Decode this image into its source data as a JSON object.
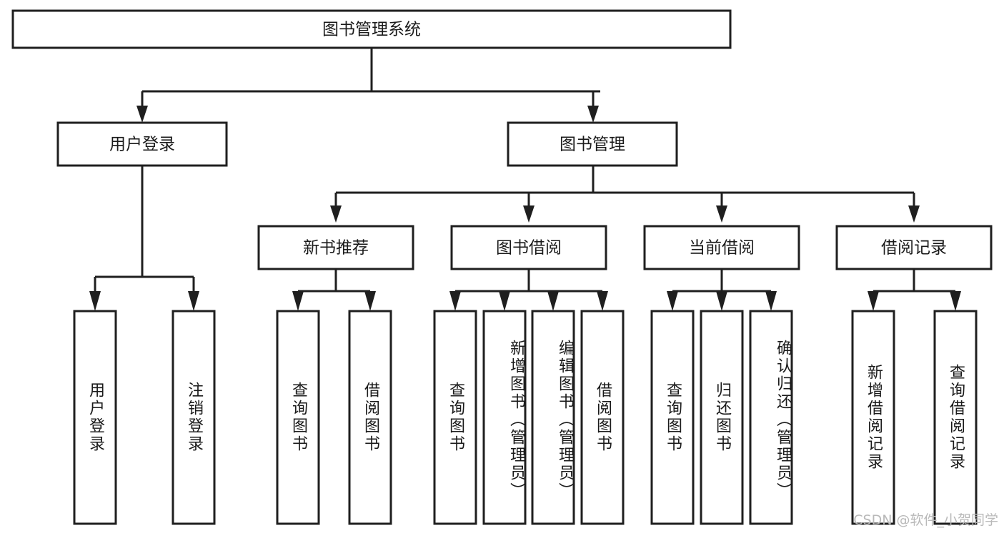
{
  "diagram": {
    "title": "图书管理系统",
    "root": {
      "label": "图书管理系统"
    },
    "level2": [
      {
        "label": "用户登录"
      },
      {
        "label": "图书管理"
      }
    ],
    "level3": [
      {
        "label": "新书推荐"
      },
      {
        "label": "图书借阅"
      },
      {
        "label": "当前借阅"
      },
      {
        "label": "借阅记录"
      }
    ],
    "leaves": {
      "user_login": [
        {
          "label": "用户登录"
        },
        {
          "label": "注销登录"
        }
      ],
      "new_book_recommend": [
        {
          "label": "查询图书"
        },
        {
          "label": "借阅图书"
        }
      ],
      "book_borrow": [
        {
          "label": "查询图书"
        },
        {
          "label": "新增图书（管理员）"
        },
        {
          "label": "编辑图书（管理员）"
        },
        {
          "label": "借阅图书"
        }
      ],
      "current_borrow": [
        {
          "label": "查询图书"
        },
        {
          "label": "归还图书"
        },
        {
          "label": "确认归还（管理员）"
        }
      ],
      "borrow_record": [
        {
          "label": "新增借阅记录"
        },
        {
          "label": "查询借阅记录"
        }
      ]
    }
  },
  "watermark": {
    "text": "CSDN @软件_小贺同学"
  },
  "colors": {
    "stroke": "#1f1f1f",
    "box_fill": "#ffffff",
    "text": "#1a1a1a",
    "watermark": "#b9b9b9",
    "background": "#ffffff"
  }
}
